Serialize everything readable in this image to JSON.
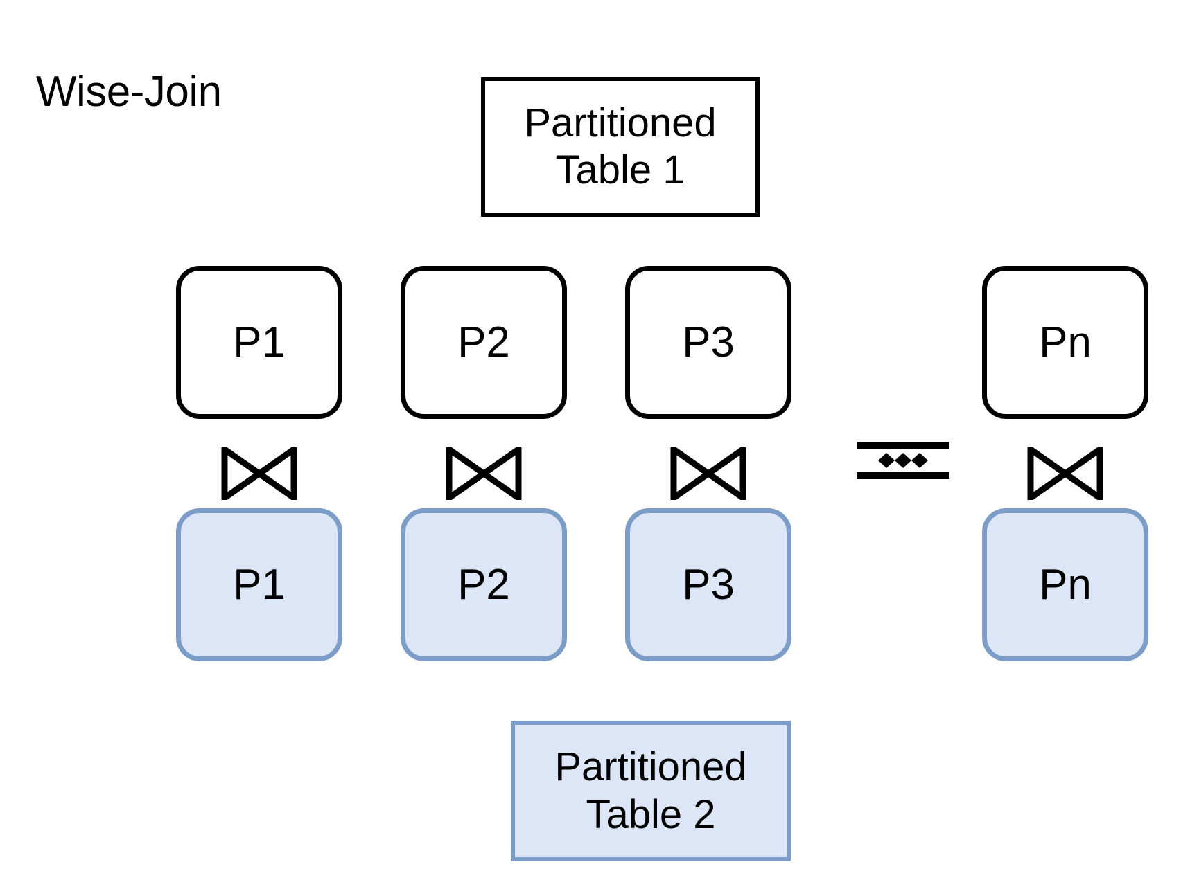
{
  "title": "Wise-Join",
  "top_table": {
    "line1": "Partitioned",
    "line2": "Table 1"
  },
  "bottom_table": {
    "line1": "Partitioned",
    "line2": "Table 2"
  },
  "top_row": {
    "partitions": [
      {
        "label": "P1"
      },
      {
        "label": "P2"
      },
      {
        "label": "P3"
      },
      {
        "label": "Pn"
      }
    ]
  },
  "bottom_row": {
    "partitions": [
      {
        "label": "P1"
      },
      {
        "label": "P2"
      },
      {
        "label": "P3"
      },
      {
        "label": "Pn"
      }
    ]
  },
  "symbols": {
    "join": "join-bowtie-icon",
    "join_count": 4,
    "continuation": "horizontal-ellipsis-between-rules-icon"
  },
  "colors": {
    "stroke_black": "#000000",
    "blue_fill": "#dce6f7",
    "blue_stroke": "#7d9dc9",
    "background": "#ffffff"
  }
}
